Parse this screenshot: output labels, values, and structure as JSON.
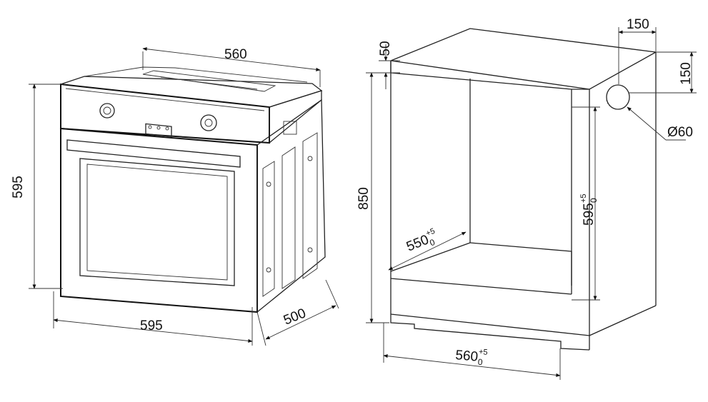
{
  "oven": {
    "labels": {
      "top_width": "560",
      "height": "595",
      "front_width": "595",
      "depth": "500"
    }
  },
  "cabinet": {
    "labels": {
      "top_gap": "50",
      "cutout_width": "150",
      "cutout_height": "150",
      "hole_diameter": "Ø60",
      "total_height": "850",
      "depth_main": "550",
      "depth_tol_up": "+5",
      "depth_tol_low": "0",
      "niche_height_main": "595",
      "niche_height_tol_up": "+5",
      "niche_height_tol_low": "0",
      "niche_width_main": "560",
      "niche_width_tol_up": "+5",
      "niche_width_tol_low": "0"
    }
  }
}
